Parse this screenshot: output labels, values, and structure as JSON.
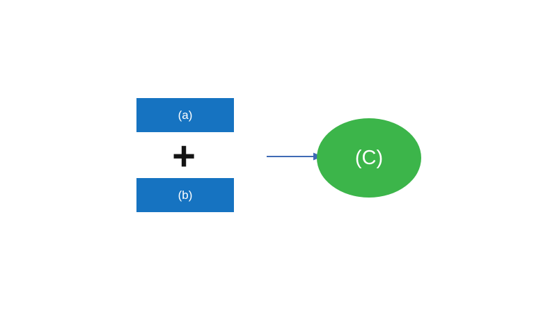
{
  "diagram": {
    "box_a": {
      "label": "(a)"
    },
    "box_b": {
      "label": "(b)"
    },
    "operator": {
      "symbol": "+"
    },
    "ellipse_c": {
      "label": "(C)"
    },
    "colors": {
      "background": "#ffffff",
      "box_fill": "#1673c1",
      "box_text": "#ffffff",
      "plus": "#141414",
      "arrow": "#3f6ab5",
      "ellipse_fill": "#3cb54a",
      "ellipse_text": "#ffffff"
    }
  }
}
